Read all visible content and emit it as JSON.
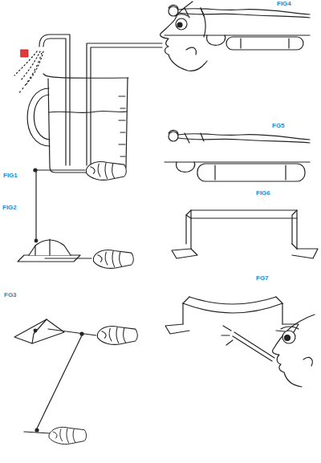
{
  "diagram": {
    "labels": [
      "FIG1",
      "FIG2",
      "FG3",
      "FIG4",
      "FG5",
      "FIG6",
      "FG7"
    ]
  }
}
